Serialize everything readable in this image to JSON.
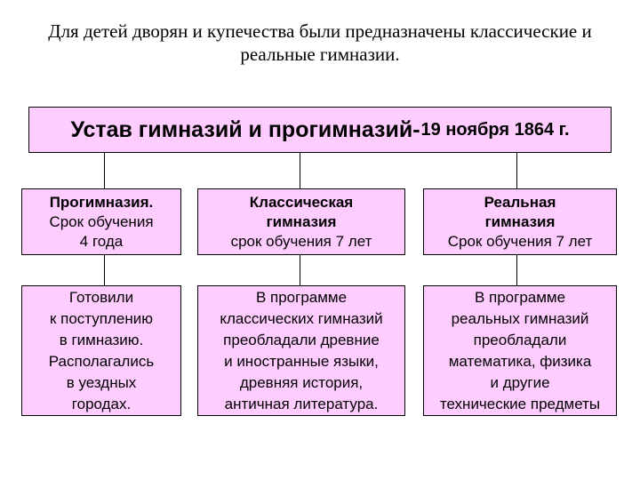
{
  "intro": {
    "line1": "Для детей дворян и купечества были предназначены классические и",
    "line2": "реальные гимназии."
  },
  "header": {
    "main": "Устав гимназий и прогимназий-",
    "date": "19 ноября 1864 г."
  },
  "types": [
    {
      "lines": [
        "Прогимназия.",
        "Срок обучения",
        "4 года"
      ]
    },
    {
      "lines": [
        "Классическая",
        "гимназия",
        "срок обучения 7 лет"
      ]
    },
    {
      "lines": [
        "Реальная",
        "гимназия",
        "Срок обучения 7 лет"
      ]
    }
  ],
  "descriptions": [
    {
      "lines": [
        "Готовили",
        "к поступлению",
        "в гимназию.",
        "Располагались",
        "в уездных",
        "городах."
      ]
    },
    {
      "lines": [
        "В программе",
        "классических гимназий",
        "преобладали древние",
        "и иностранные языки,",
        "древняя история,",
        "античная литература."
      ]
    },
    {
      "lines": [
        "В программе",
        "реальных гимназий",
        "преобладали",
        "математика, физика",
        "и другие",
        "технические предметы"
      ]
    }
  ],
  "colors": {
    "box_fill": "#ffccff",
    "border": "#000000"
  }
}
